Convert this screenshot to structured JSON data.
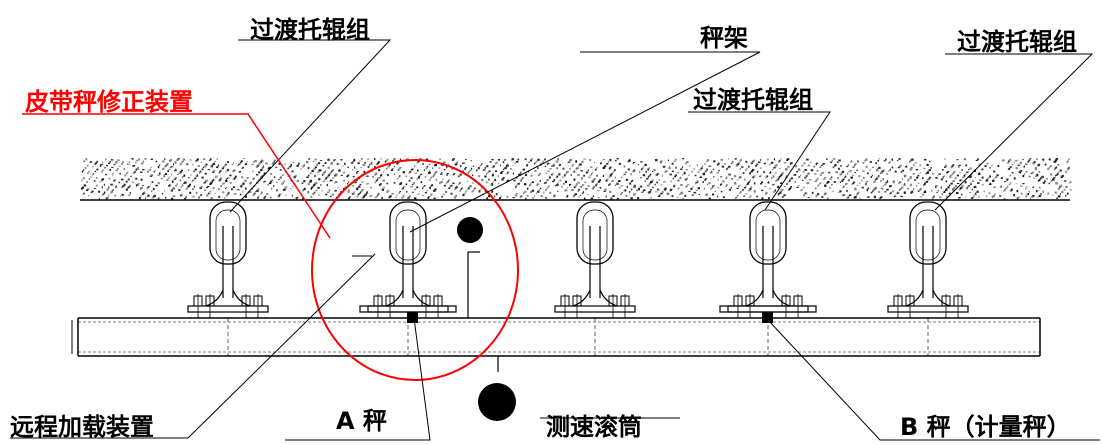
{
  "colors": {
    "line": "#000000",
    "highlight": "#ff0000",
    "background": "#ffffff",
    "material": "#555555"
  },
  "labels": {
    "transition_idler_top_left": "过渡托辊组",
    "scale_frame": "秤架",
    "transition_idler_top_right": "过渡托辊组",
    "transition_idler_mid": "过渡托辊组",
    "correction_device": "皮带秤修正装置",
    "remote_loading_device": "远程加载装置",
    "scale_a": "A 秤",
    "speed_drum": "测速滚筒",
    "scale_b": "B 秤（计量秤）"
  }
}
